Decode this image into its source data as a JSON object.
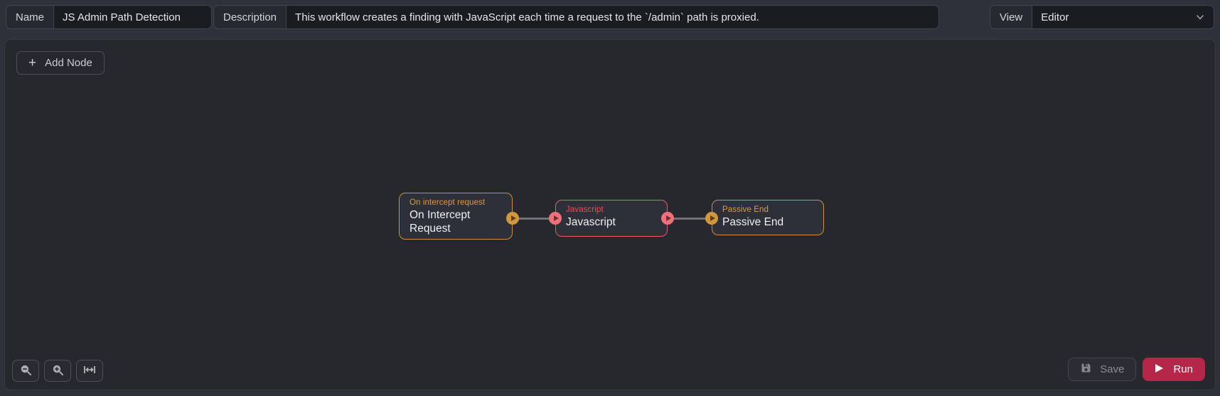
{
  "header": {
    "name": {
      "label": "Name",
      "value": "JS Admin Path Detection"
    },
    "description": {
      "label": "Description",
      "value": "This workflow creates a finding with JavaScript each time a request to the `/admin` path is proxied."
    },
    "view": {
      "label": "View",
      "value": "Editor",
      "icon": "chevron-down-icon"
    }
  },
  "toolbar": {
    "add_node_label": "Add Node",
    "plus_icon": "+"
  },
  "nodes": [
    {
      "id": "on-intercept-request",
      "type_label": "On intercept request",
      "title": "On Intercept Request",
      "accent_color": "#c9913f",
      "has_input": false,
      "has_output": true
    },
    {
      "id": "javascript",
      "type_label": "Javascript",
      "title": "Javascript",
      "accent_color": "#df5f6a",
      "has_input": true,
      "has_output": true
    },
    {
      "id": "passive-end",
      "type_label": "Passive End",
      "title": "Passive End",
      "accent_color": "#c9913f",
      "has_input": true,
      "has_output": false
    }
  ],
  "connections": [
    {
      "from": "on-intercept-request",
      "to": "javascript"
    },
    {
      "from": "javascript",
      "to": "passive-end"
    }
  ],
  "footer": {
    "zoom_out_icon": "magnifier-minus",
    "zoom_in_icon": "magnifier-plus",
    "fit_icon": "fit-width",
    "save_label": "Save",
    "run_label": "Run"
  },
  "colors": {
    "canvas_bg": "#26282d",
    "page_bg": "#2e313a",
    "node_bg": "#2d3039",
    "orange_accent": "#c9913f",
    "orange_label": "#dc9a40",
    "red_accent": "#df5f6a",
    "red_label": "#ee4b57",
    "wire": "#6f7378",
    "run_button_bg": "#b52647",
    "input_bg": "#1a1c22"
  }
}
